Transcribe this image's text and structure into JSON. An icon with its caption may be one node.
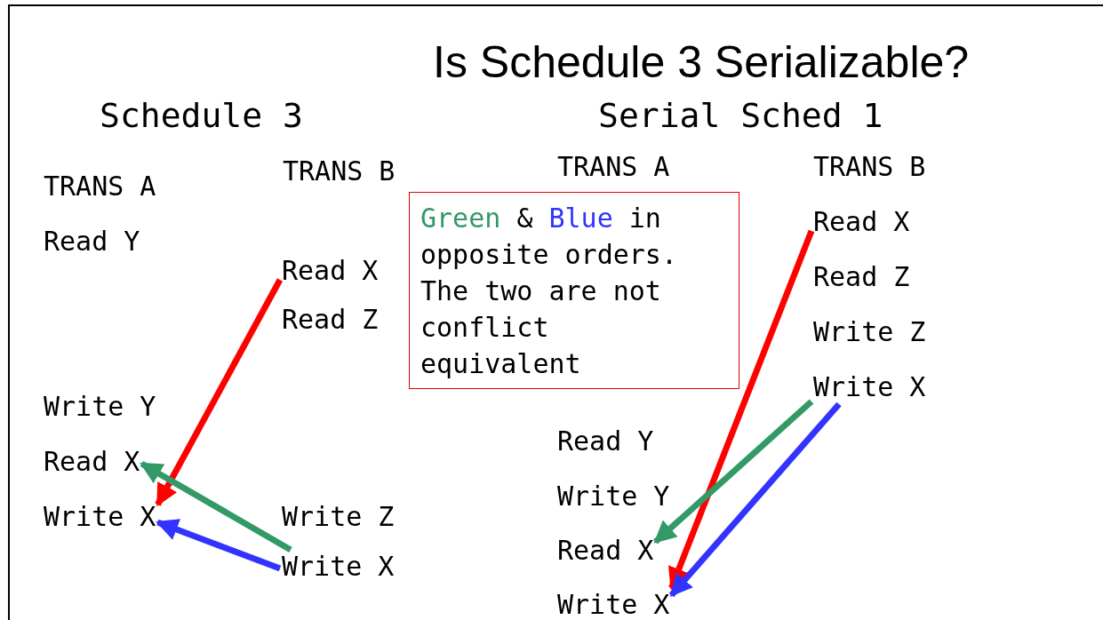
{
  "diagram": {
    "title": "Is Schedule 3 Serializable?",
    "nodes": [
      {
        "text": [
          "Green & Blue in opposite orders. The two are not conflict equivalent"
        ]
      },
      {
        "text": [
          "Read X"
        ]
      },
      {
        "text": [
          "Read X"
        ]
      },
      {
        "text": [
          "Write X"
        ]
      },
      {
        "text": [
          "Write X"
        ]
      },
      {
        "text": [
          "Read X"
        ]
      },
      {
        "text": [
          "Write X"
        ]
      },
      {
        "text": [
          "Read X"
        ]
      },
      {
        "text": [
          "Write X"
        ]
      }
    ],
    "edges": [
      {
        "from": 1,
        "to": 3,
        "arrow": "to",
        "color": "#ff0000"
      },
      {
        "from": 4,
        "to": 2,
        "arrow": "to",
        "color": "#339966"
      },
      {
        "from": 4,
        "to": 3,
        "arrow": "to",
        "color": "#3333ff"
      },
      {
        "from": 5,
        "to": 8,
        "arrow": "to",
        "color": "#ff0000"
      },
      {
        "from": 6,
        "to": 7,
        "arrow": "to",
        "color": "#339966"
      },
      {
        "from": 6,
        "to": 8,
        "arrow": "to",
        "color": "#3333ff"
      }
    ],
    "labels": [
      "Schedule 3",
      "Serial Sched 1",
      "TRANS B",
      "TRANS A",
      "TRANS B",
      "TRANS A",
      "Read Y",
      "Read Z",
      "Read Z",
      "Write Z",
      "Write Y",
      "Read Y",
      "Write Y",
      "Write Z"
    ]
  }
}
